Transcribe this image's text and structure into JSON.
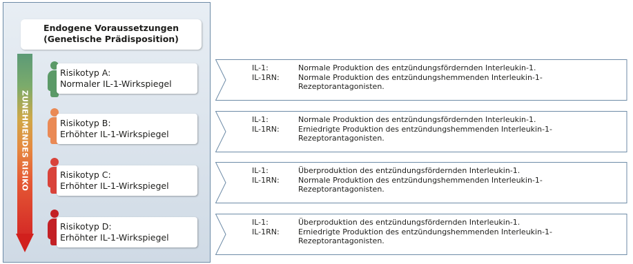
{
  "header": {
    "line1": "Endogene Voraussetzungen",
    "line2": "(Genetische Prädisposition)"
  },
  "arrow_label": "ZUNEHMENDES RISIKO",
  "colors": {
    "panel_border": "#6c8aa6",
    "risk_A": "#5b9a67",
    "risk_B": "#ea8a55",
    "risk_C": "#d9433a",
    "risk_D": "#c32025"
  },
  "risk_types": [
    {
      "title": "Risikotyp A:",
      "subtitle": "Normaler IL-1-Wirkspiegel",
      "il1_label": "IL-1:",
      "il1_text": "Normale Produktion des entzündungsfördernden Interleukin-1.",
      "il1rn_label": "IL-1RN:",
      "il1rn_text": "Normale Produktion des entzündungshemmenden Interleukin-1-",
      "il1rn_text2": "Rezeptorantagonisten."
    },
    {
      "title": "Risikotyp B:",
      "subtitle": "Erhöhter IL-1-Wirkspiegel",
      "il1_label": "IL-1:",
      "il1_text": "Normale Produktion des entzündungsfördernden Interleukin-1.",
      "il1rn_label": "IL-1RN:",
      "il1rn_text": "Erniedrigte Produktion des entzündungshemmenden Interleukin-1-",
      "il1rn_text2": "Rezeptorantagonisten."
    },
    {
      "title": "Risikotyp C:",
      "subtitle": "Erhöhter IL-1-Wirkspiegel",
      "il1_label": "IL-1:",
      "il1_text": "Überproduktion des entzündungsfördernden Interleukin-1.",
      "il1rn_label": "IL-1RN:",
      "il1rn_text": "Normale Produktion des entzündungshemmenden Interleukin-1-",
      "il1rn_text2": "Rezeptorantagonisten."
    },
    {
      "title": "Risikotyp D:",
      "subtitle": "Erhöhter IL-1-Wirkspiegel",
      "il1_label": "IL-1:",
      "il1_text": "Überproduktion des entzündungsfördernden Interleukin-1.",
      "il1rn_label": "IL-1RN:",
      "il1rn_text": "Erniedrigte Produktion des entzündungshemmenden Interleukin-1-",
      "il1rn_text2": "Rezeptorantagonisten."
    }
  ]
}
